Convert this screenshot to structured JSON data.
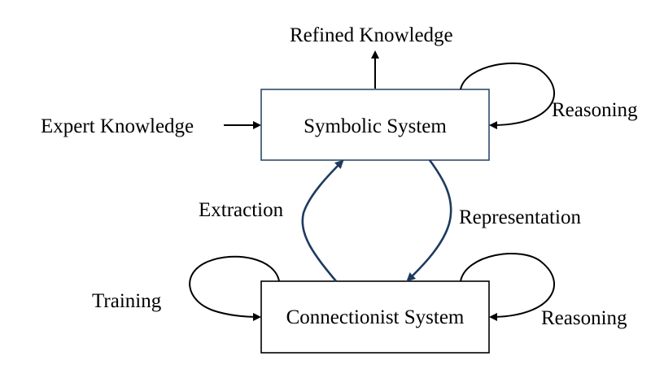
{
  "nodes": {
    "symbolic": {
      "label": "Symbolic System"
    },
    "connectionist": {
      "label": "Connectionist System"
    }
  },
  "edges": {
    "expert_knowledge": "Expert Knowledge",
    "refined_knowledge": "Refined Knowledge",
    "reasoning_symbolic": "Reasoning",
    "extraction": "Extraction",
    "representation": "Representation",
    "training": "Training",
    "reasoning_connectionist": "Reasoning"
  },
  "colors": {
    "symbolic_box_border": "#2e4a6b",
    "cross_arrows": "#1f3a5f",
    "lines": "#000000"
  }
}
